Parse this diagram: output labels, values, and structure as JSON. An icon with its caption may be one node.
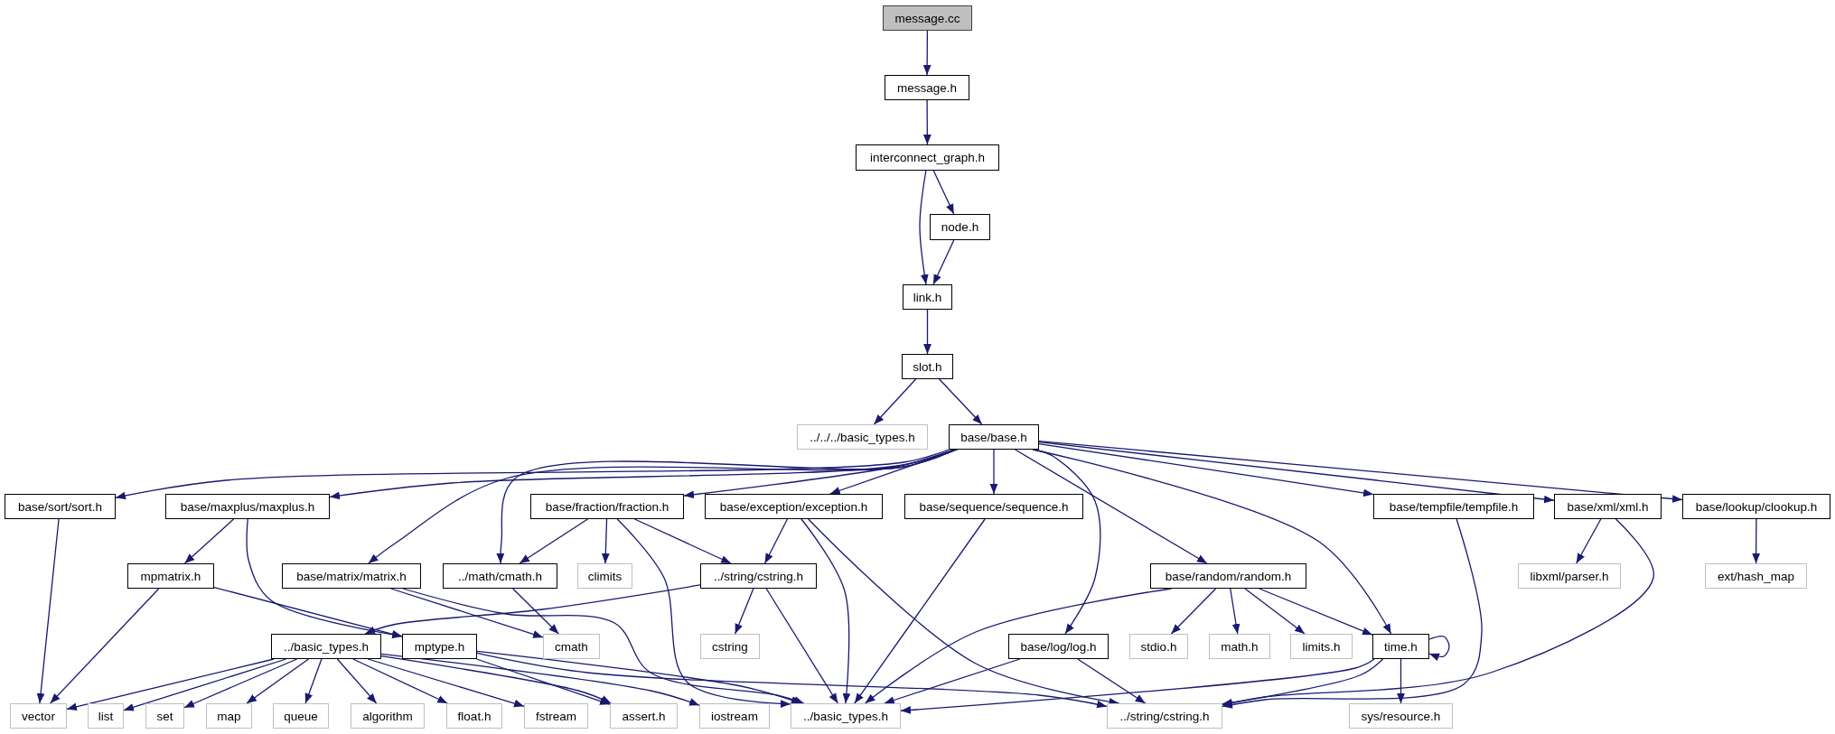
{
  "diagram": {
    "nodes": [
      {
        "text": [
          "message.cc"
        ]
      },
      {
        "text": [
          "message.h"
        ]
      },
      {
        "text": [
          "interconnect_graph.h"
        ]
      },
      {
        "text": [
          "node.h"
        ]
      },
      {
        "text": [
          "link.h"
        ]
      },
      {
        "text": [
          "slot.h"
        ]
      },
      {
        "text": [
          "../../../basic_types.h"
        ]
      },
      {
        "text": [
          "base/base.h"
        ]
      },
      {
        "text": [
          "base/sort/sort.h"
        ]
      },
      {
        "text": [
          "base/maxplus/maxplus.h"
        ]
      },
      {
        "text": [
          "base/fraction/fraction.h"
        ]
      },
      {
        "text": [
          "base/exception/exception.h"
        ]
      },
      {
        "text": [
          "base/sequence/sequence.h"
        ]
      },
      {
        "text": [
          "base/tempfile/tempfile.h"
        ]
      },
      {
        "text": [
          "base/xml/xml.h"
        ]
      },
      {
        "text": [
          "base/lookup/clookup.h"
        ]
      },
      {
        "text": [
          "mpmatrix.h"
        ]
      },
      {
        "text": [
          "base/matrix/matrix.h"
        ]
      },
      {
        "text": [
          "../math/cmath.h"
        ]
      },
      {
        "text": [
          "climits"
        ]
      },
      {
        "text": [
          "../string/cstring.h"
        ]
      },
      {
        "text": [
          "base/random/random.h"
        ]
      },
      {
        "text": [
          "libxml/parser.h"
        ]
      },
      {
        "text": [
          "ext/hash_map"
        ]
      },
      {
        "text": [
          "../basic_types.h"
        ]
      },
      {
        "text": [
          "mptype.h"
        ]
      },
      {
        "text": [
          "cmath"
        ]
      },
      {
        "text": [
          "cstring"
        ]
      },
      {
        "text": [
          "base/log/log.h"
        ]
      },
      {
        "text": [
          "stdio.h"
        ]
      },
      {
        "text": [
          "math.h"
        ]
      },
      {
        "text": [
          "limits.h"
        ]
      },
      {
        "text": [
          "time.h"
        ]
      },
      {
        "text": [
          "vector"
        ]
      },
      {
        "text": [
          "list"
        ]
      },
      {
        "text": [
          "set"
        ]
      },
      {
        "text": [
          "map"
        ]
      },
      {
        "text": [
          "queue"
        ]
      },
      {
        "text": [
          "algorithm"
        ]
      },
      {
        "text": [
          "float.h"
        ]
      },
      {
        "text": [
          "fstream"
        ]
      },
      {
        "text": [
          "assert.h"
        ]
      },
      {
        "text": [
          "iostream"
        ]
      },
      {
        "text": [
          "../basic_types.h"
        ]
      },
      {
        "text": [
          "../string/cstring.h"
        ]
      },
      {
        "text": [
          "sys/resource.h"
        ]
      }
    ],
    "edges": [
      {
        "from": 0,
        "to": 1,
        "arrow": "to"
      },
      {
        "from": 1,
        "to": 2,
        "arrow": "to"
      },
      {
        "from": 2,
        "to": 4,
        "arrow": "to"
      },
      {
        "from": 2,
        "to": 3,
        "arrow": "to"
      },
      {
        "from": 3,
        "to": 4,
        "arrow": "to"
      },
      {
        "from": 4,
        "to": 5,
        "arrow": "to"
      },
      {
        "from": 5,
        "to": 6,
        "arrow": "to"
      },
      {
        "from": 5,
        "to": 7,
        "arrow": "to"
      },
      {
        "from": 7,
        "to": 8,
        "arrow": "to"
      },
      {
        "from": 7,
        "to": 9,
        "arrow": "to"
      },
      {
        "from": 7,
        "to": 17,
        "arrow": "to"
      },
      {
        "from": 7,
        "to": 18,
        "arrow": "to"
      },
      {
        "from": 7,
        "to": 10,
        "arrow": "to"
      },
      {
        "from": 7,
        "to": 11,
        "arrow": "to"
      },
      {
        "from": 7,
        "to": 12,
        "arrow": "to"
      },
      {
        "from": 7,
        "to": 28,
        "arrow": "to"
      },
      {
        "from": 7,
        "to": 21,
        "arrow": "to"
      },
      {
        "from": 7,
        "to": 32,
        "arrow": "to"
      },
      {
        "from": 7,
        "to": 13,
        "arrow": "to"
      },
      {
        "from": 7,
        "to": 14,
        "arrow": "to"
      },
      {
        "from": 7,
        "to": 15,
        "arrow": "to"
      },
      {
        "from": 8,
        "to": 33,
        "arrow": "to"
      },
      {
        "from": 9,
        "to": 16,
        "arrow": "to"
      },
      {
        "from": 9,
        "to": 25,
        "arrow": "to"
      },
      {
        "from": 16,
        "to": 33,
        "arrow": "to"
      },
      {
        "from": 16,
        "to": 25,
        "arrow": "to"
      },
      {
        "from": 17,
        "to": 26,
        "arrow": "to"
      },
      {
        "from": 17,
        "to": 43,
        "arrow": "to"
      },
      {
        "from": 18,
        "to": 26,
        "arrow": "to"
      },
      {
        "from": 10,
        "to": 18,
        "arrow": "to"
      },
      {
        "from": 10,
        "to": 19,
        "arrow": "to"
      },
      {
        "from": 10,
        "to": 20,
        "arrow": "to"
      },
      {
        "from": 10,
        "to": 43,
        "arrow": "to"
      },
      {
        "from": 11,
        "to": 20,
        "arrow": "to"
      },
      {
        "from": 11,
        "to": 43,
        "arrow": "to"
      },
      {
        "from": 11,
        "to": 44,
        "arrow": "to"
      },
      {
        "from": 12,
        "to": 43,
        "arrow": "to"
      },
      {
        "from": 20,
        "to": 24,
        "arrow": "to"
      },
      {
        "from": 20,
        "to": 27,
        "arrow": "to"
      },
      {
        "from": 20,
        "to": 43,
        "arrow": "to"
      },
      {
        "from": 24,
        "to": 33,
        "arrow": "to"
      },
      {
        "from": 24,
        "to": 34,
        "arrow": "to"
      },
      {
        "from": 24,
        "to": 35,
        "arrow": "to"
      },
      {
        "from": 24,
        "to": 36,
        "arrow": "to"
      },
      {
        "from": 24,
        "to": 37,
        "arrow": "to"
      },
      {
        "from": 24,
        "to": 38,
        "arrow": "to"
      },
      {
        "from": 24,
        "to": 39,
        "arrow": "to"
      },
      {
        "from": 24,
        "to": 40,
        "arrow": "to"
      },
      {
        "from": 24,
        "to": 41,
        "arrow": "to"
      },
      {
        "from": 24,
        "to": 42,
        "arrow": "to"
      },
      {
        "from": 25,
        "to": 41,
        "arrow": "to"
      },
      {
        "from": 25,
        "to": 43,
        "arrow": "to"
      },
      {
        "from": 25,
        "to": 44,
        "arrow": "to"
      },
      {
        "from": 21,
        "to": 43,
        "arrow": "to"
      },
      {
        "from": 21,
        "to": 29,
        "arrow": "to"
      },
      {
        "from": 21,
        "to": 30,
        "arrow": "to"
      },
      {
        "from": 21,
        "to": 31,
        "arrow": "to"
      },
      {
        "from": 21,
        "to": 32,
        "arrow": "to"
      },
      {
        "from": 28,
        "to": 43,
        "arrow": "to"
      },
      {
        "from": 28,
        "to": 44,
        "arrow": "to"
      },
      {
        "from": 32,
        "to": 32,
        "arrow": "to"
      },
      {
        "from": 32,
        "to": 43,
        "arrow": "to"
      },
      {
        "from": 32,
        "to": 44,
        "arrow": "to"
      },
      {
        "from": 32,
        "to": 45,
        "arrow": "to"
      },
      {
        "from": 13,
        "to": 44,
        "arrow": "to"
      },
      {
        "from": 14,
        "to": 22,
        "arrow": "to"
      },
      {
        "from": 14,
        "to": 44,
        "arrow": "to"
      },
      {
        "from": 15,
        "to": 23,
        "arrow": "to"
      }
    ]
  }
}
